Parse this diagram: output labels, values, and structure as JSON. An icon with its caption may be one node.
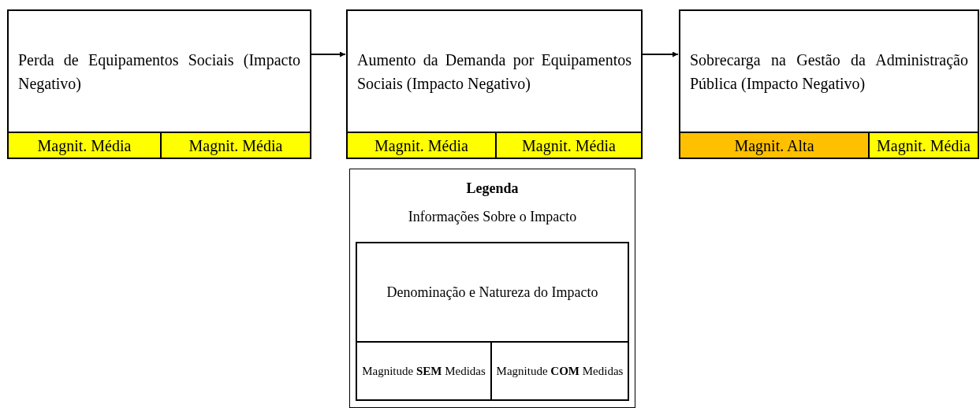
{
  "diagram": {
    "nodes": [
      {
        "text": [
          "Perda de Equipamentos Sociais (Impacto Negativo)"
        ]
      },
      {
        "text": [
          "Magnit. Média"
        ],
        "in": 0
      },
      {
        "text": [
          "Magnit. Média"
        ],
        "in": 0
      },
      {
        "text": [
          "Aumento da Demanda por Equipamentos Sociais (Impacto Negativo)"
        ]
      },
      {
        "text": [
          "Magnit. Média"
        ],
        "in": 3
      },
      {
        "text": [
          "Magnit. Média"
        ],
        "in": 3
      },
      {
        "text": [
          "Sobrecarga na Gestão da Administração Pública (Impacto Negativo)"
        ]
      },
      {
        "text": [
          "Magnit. Alta"
        ],
        "in": 6
      },
      {
        "text": [
          "Magnit. Média"
        ],
        "in": 6
      },
      {
        "text": [
          "Legenda",
          "Informações Sobre o Impacto"
        ]
      },
      {
        "text": [
          "Denominação e Natureza do Impacto"
        ],
        "in": 9
      },
      {
        "text": [
          "Magnitude **SEM** Medidas"
        ],
        "in": 10
      },
      {
        "text": [
          "Magnitude **COM** Medidas"
        ],
        "in": 10
      }
    ],
    "edges": [
      {
        "from": 0,
        "to": 3,
        "arrow": "to"
      },
      {
        "from": 3,
        "to": 6,
        "arrow": "to"
      }
    ]
  }
}
